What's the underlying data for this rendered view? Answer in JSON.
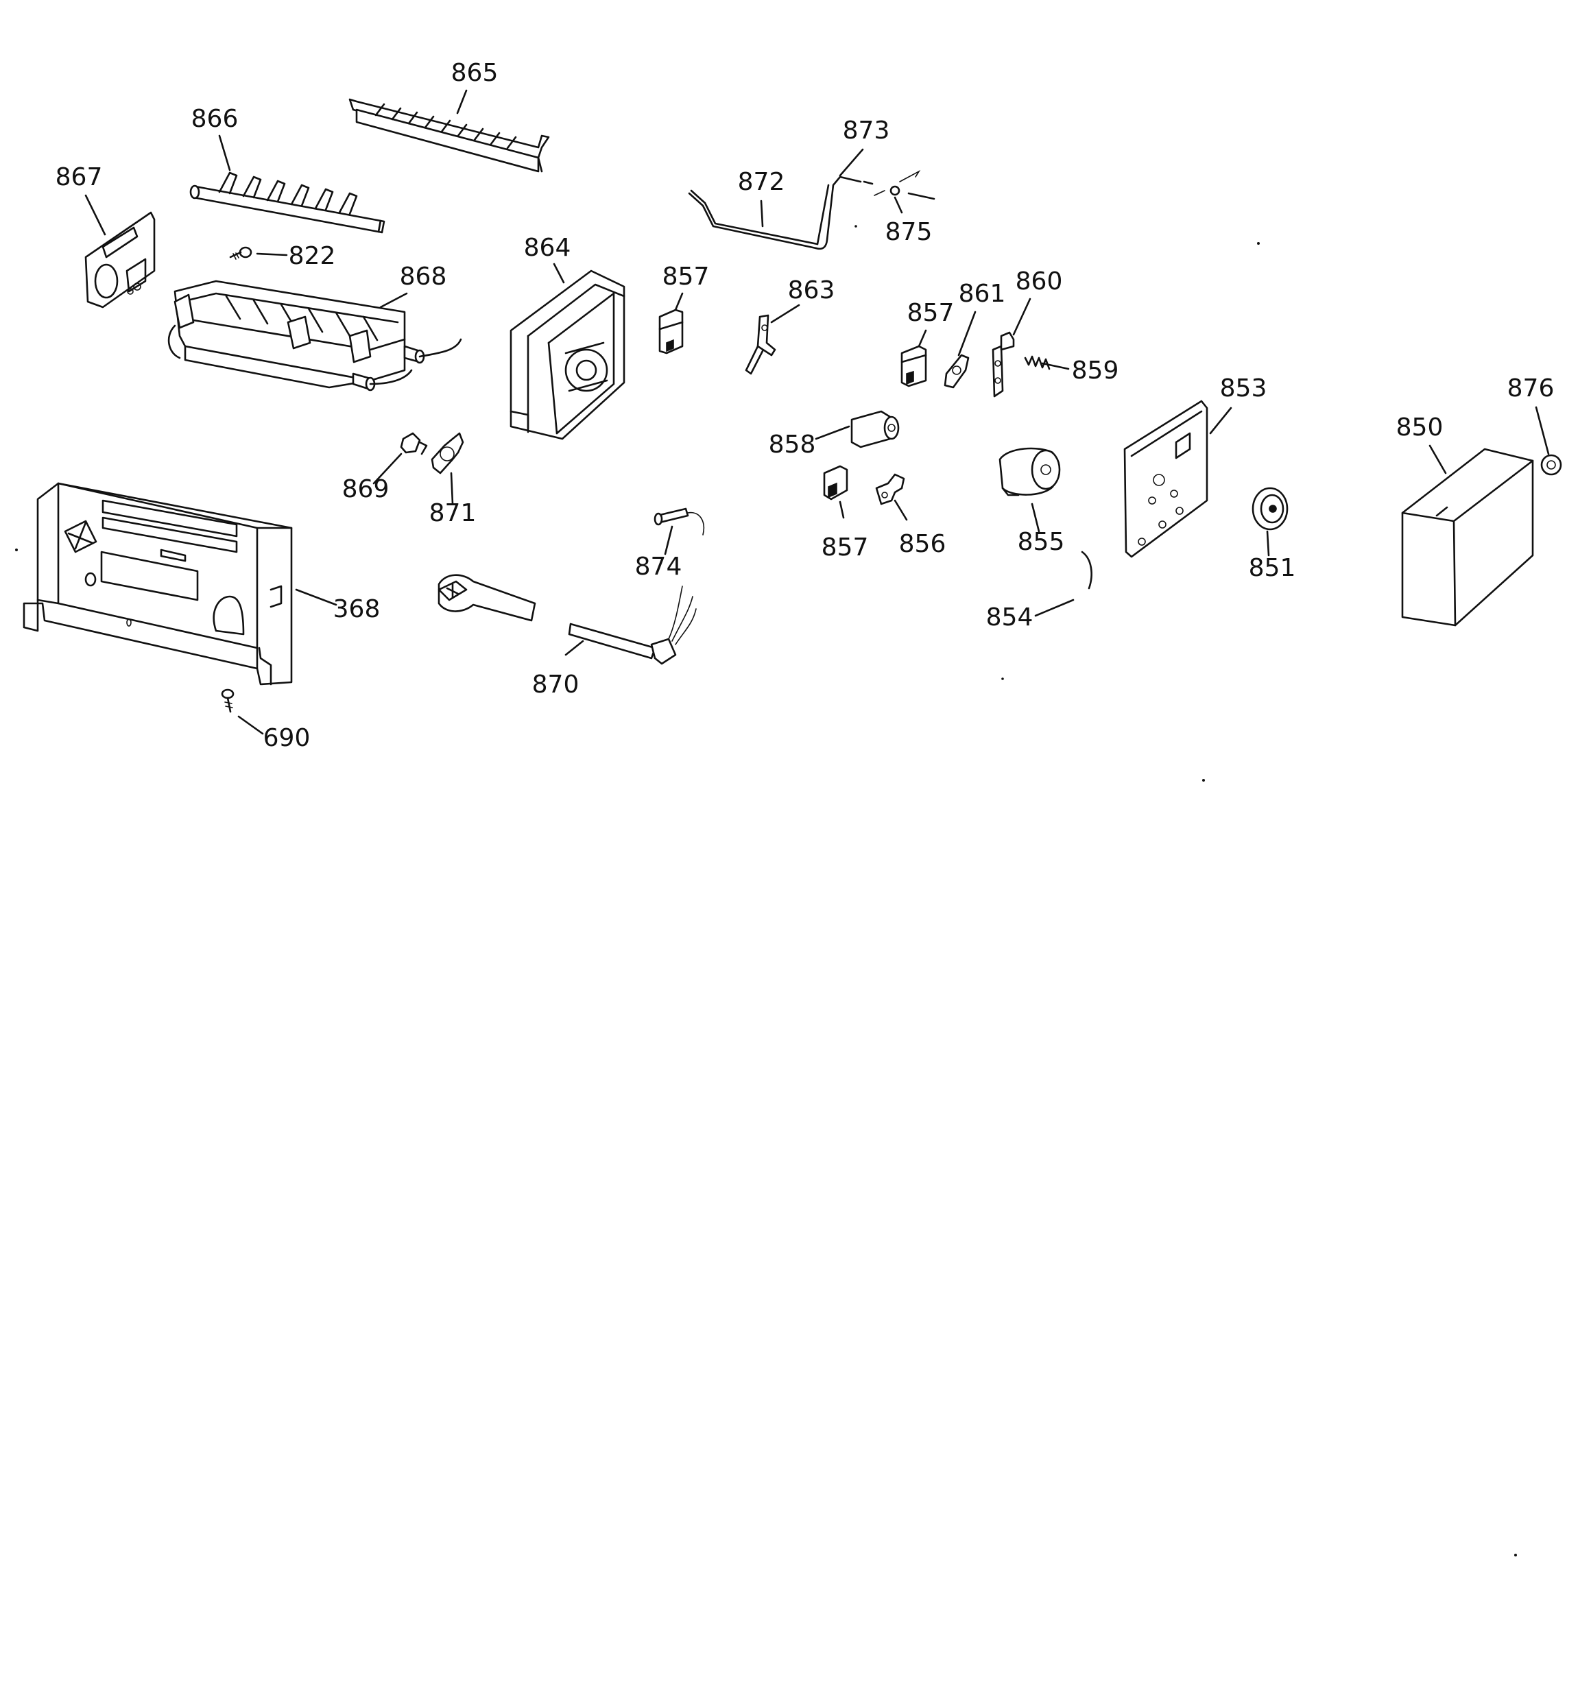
{
  "colors": {
    "ink": "#111111",
    "paper": "#ffffff"
  },
  "labels": {
    "p865": "865",
    "p866": "866",
    "p867": "867",
    "p822": "822",
    "p868": "868",
    "p864": "864",
    "p873": "873",
    "p872": "872",
    "p875": "875",
    "p857a": "857",
    "p863": "863",
    "p857b": "857",
    "p861": "861",
    "p860": "860",
    "p859": "859",
    "p853": "853",
    "p876": "876",
    "p850": "850",
    "p858": "858",
    "p869": "869",
    "p871": "871",
    "p857c": "857",
    "p856": "856",
    "p855": "855",
    "p874": "874",
    "p851": "851",
    "p854": "854",
    "p368": "368",
    "p870": "870",
    "p690": "690"
  }
}
